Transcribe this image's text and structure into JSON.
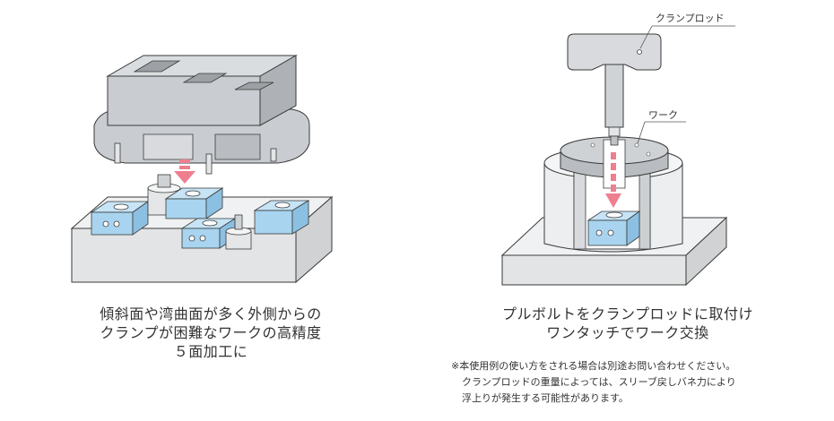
{
  "left": {
    "caption_lines": [
      "傾斜面や湾曲面が多く外側からの",
      "クランプが困難なワークの高精度",
      "５面加工に"
    ]
  },
  "right": {
    "callouts": {
      "clamp_rod": "クランプロッド",
      "work": "ワーク"
    },
    "caption_lines": [
      "プルボルトをクランプロッドに取付け",
      "ワンタッチでワーク交換"
    ],
    "note_lines": [
      "※本使用例の使い方をされる場合は別途お問い合わせください。",
      "クランプロッドの重量によっては、スリーブ戻しバネ力により",
      "浮上りが発生する可能性があります。"
    ]
  },
  "colors": {
    "block_fill": "#c9ccd0",
    "block_top": "#dadde0",
    "cylinder_blue": "#a8d4ef",
    "arrow_pink": "#ee7f8f",
    "base_fill": "#e8e9ea",
    "outline": "#3a3a3a"
  }
}
